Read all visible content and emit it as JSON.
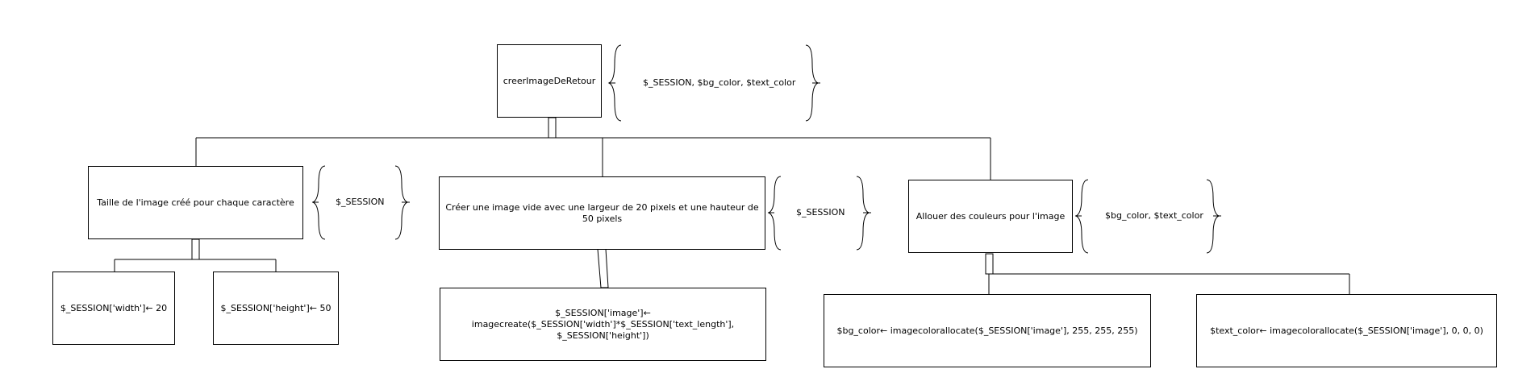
{
  "diagram": {
    "root": {
      "title": "creerImageDeRetour",
      "params": "$_SESSION, $bg_color, $text_color"
    },
    "steps": [
      {
        "title": "Taille de l'image créé pour chaque caractère",
        "params": "$_SESSION",
        "children": [
          "$_SESSION['width']← 20",
          "$_SESSION['height']← 50"
        ]
      },
      {
        "title": "Créer une image vide avec une largeur de 20 pixels et une hauteur de 50 pixels",
        "params": "$_SESSION",
        "children": [
          "$_SESSION['image']← imagecreate($_SESSION['width']*$_SESSION['text_length'], $_SESSION['height'])"
        ]
      },
      {
        "title": "Allouer des couleurs pour l'image",
        "params": "$bg_color, $text_color",
        "children": [
          "$bg_color← imagecolorallocate($_SESSION['image'], 255, 255, 255)",
          "$text_color← imagecolorallocate($_SESSION['image'], 0, 0, 0)"
        ]
      }
    ]
  }
}
